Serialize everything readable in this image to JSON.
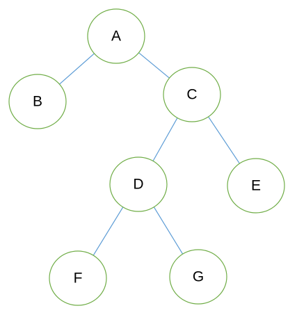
{
  "diagram": {
    "type": "binary-tree",
    "nodes": [
      {
        "id": "A",
        "label": "A"
      },
      {
        "id": "B",
        "label": "B"
      },
      {
        "id": "C",
        "label": "C"
      },
      {
        "id": "D",
        "label": "D"
      },
      {
        "id": "E",
        "label": "E"
      },
      {
        "id": "F",
        "label": "F"
      },
      {
        "id": "G",
        "label": "G"
      }
    ],
    "edges": [
      {
        "from": "A",
        "to": "B"
      },
      {
        "from": "A",
        "to": "C"
      },
      {
        "from": "C",
        "to": "D"
      },
      {
        "from": "C",
        "to": "E"
      },
      {
        "from": "D",
        "to": "F"
      },
      {
        "from": "D",
        "to": "G"
      }
    ]
  },
  "colors": {
    "node_border": "#70ad47",
    "node_fill": "#ffffff",
    "edge": "#5b9bd5",
    "label": "#000000"
  }
}
